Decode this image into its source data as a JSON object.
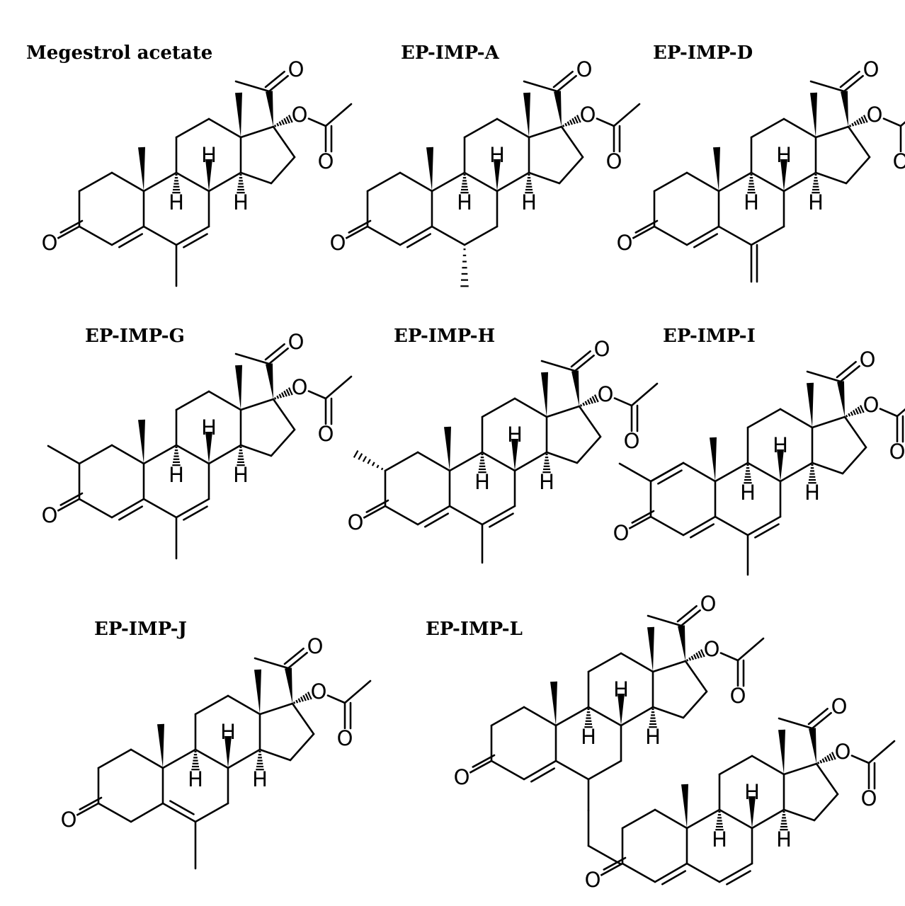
{
  "figure": {
    "panels": [
      {
        "id": "megestrol",
        "title": "Megestrol acetate",
        "variant": "megestrol"
      },
      {
        "id": "imp-a",
        "title": "EP-IMP-A",
        "variant": "A"
      },
      {
        "id": "imp-d",
        "title": "EP-IMP-D",
        "variant": "D"
      },
      {
        "id": "imp-g",
        "title": "EP-IMP-G",
        "variant": "G"
      },
      {
        "id": "imp-h",
        "title": "EP-IMP-H",
        "variant": "H"
      },
      {
        "id": "imp-i",
        "title": "EP-IMP-I",
        "variant": "I"
      },
      {
        "id": "imp-j",
        "title": "EP-IMP-J",
        "variant": "J"
      },
      {
        "id": "imp-l",
        "title": "EP-IMP-L",
        "variant": "L"
      }
    ],
    "atom_labels": {
      "oxygen": "O",
      "hydrogen": "H"
    },
    "colors": {
      "ink": "#000000",
      "background": "#ffffff"
    }
  }
}
